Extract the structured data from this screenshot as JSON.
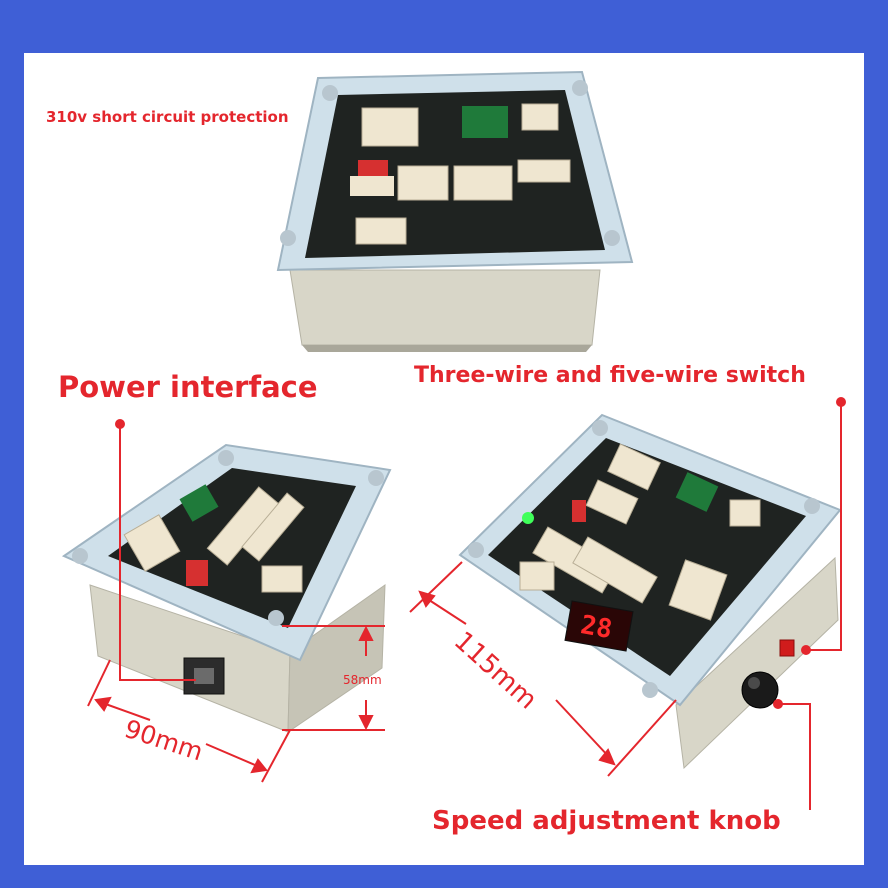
{
  "colors": {
    "background": "#3f5fd6",
    "panel": "#ffffff",
    "annotation": "#e4262d",
    "pcb": "#1f2321",
    "case": "#d8d6c8",
    "lid": "#cfe0ea",
    "connector": "#efe6d0",
    "green_terminal": "#1f7a3a",
    "led_display": "#ff2a2a"
  },
  "labels": {
    "short_circuit": "310v short circuit protection",
    "power_interface": "Power interface",
    "switch": "Three-wire and five-wire switch",
    "knob": "Speed adjustment knob"
  },
  "dimensions": {
    "height": "58mm",
    "width": "90mm",
    "length": "115mm"
  },
  "display": {
    "value": "28"
  }
}
